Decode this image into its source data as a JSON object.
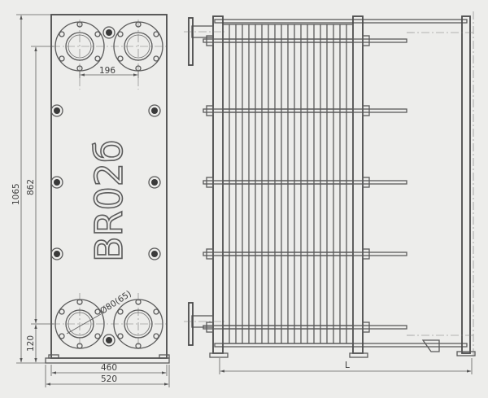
{
  "model_label": "BR02б",
  "dimensions": {
    "port_spacing": "196",
    "overall_height": "1065",
    "port_center_height": "862",
    "base_to_port": "120",
    "inner_width": "460",
    "overall_width": "520",
    "port_diameter": "Ø80(65)",
    "length": "L"
  },
  "colors": {
    "line": "#5a5a5a",
    "background": "#ededeb"
  }
}
